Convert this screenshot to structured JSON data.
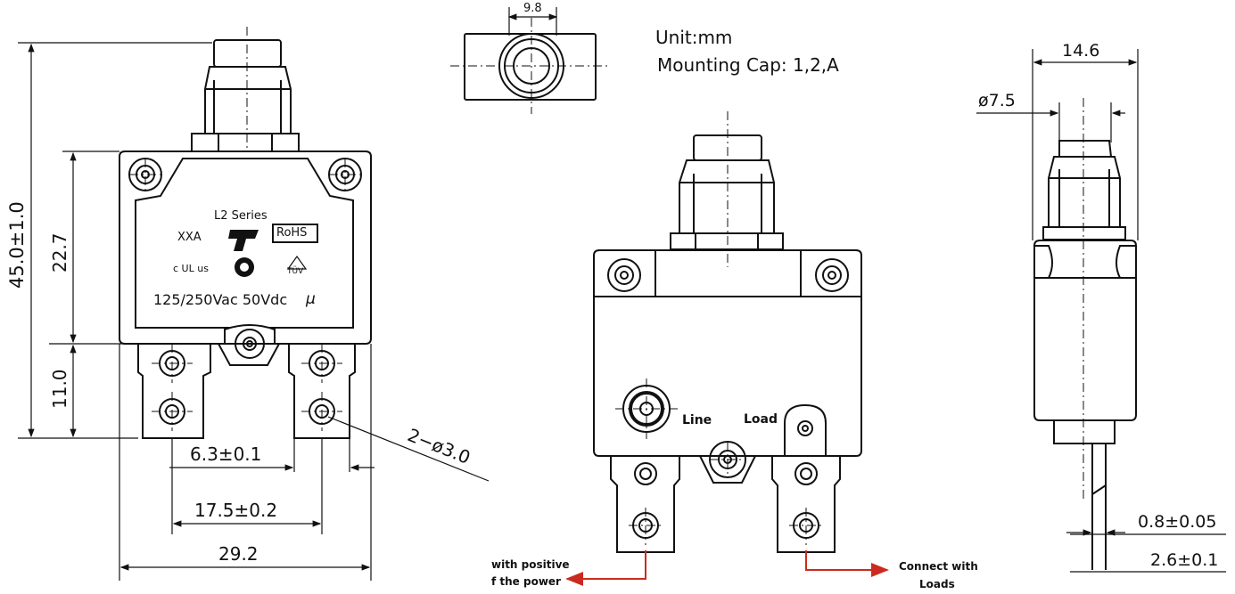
{
  "notes": {
    "unit": "Unit:mm",
    "mounting": "Mounting Cap: 1,2,A"
  },
  "front_view": {
    "series": "L2 Series",
    "model": "XXA",
    "ts_mark": "TS",
    "rohs_mark": "RoHS",
    "ul_mark": "c UL us",
    "tuv_mark": "TÜV",
    "rating": "125/250Vac 50Vdc",
    "mu": "μ",
    "dim_height_total": "45.0±1.0",
    "dim_height_body": "22.7",
    "dim_terminal": "11.0",
    "dim_terminal_width": "6.3±0.1",
    "dim_terminal_spacing": "17.5±0.2",
    "dim_width": "29.2",
    "dim_holes": "2−ø3.0"
  },
  "top_view": {
    "dim": "9.8"
  },
  "back_view": {
    "line_label": "Line",
    "load_label": "Load",
    "positive_label_1": "with positive",
    "positive_label_2": "f the power",
    "loads_label_1": "Connect with",
    "loads_label_2": "Loads",
    "arrow_color": "#cc2a1f"
  },
  "side_view": {
    "dim_width": "14.6",
    "dim_diameter": "ø7.5",
    "dim_thickness": "0.8±0.05",
    "dim_offset": "2.6±0.1"
  }
}
